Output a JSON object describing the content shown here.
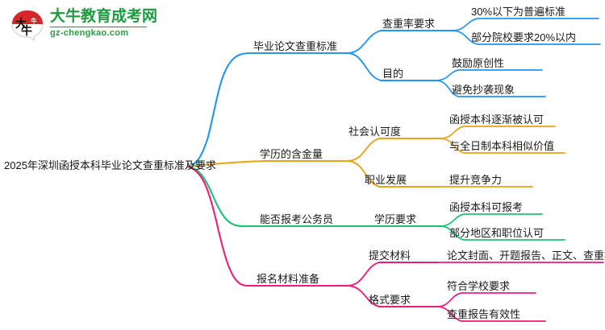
{
  "logo": {
    "name": "大牛教育成考网",
    "domain": "gz-chengkao.com",
    "mark_text": "大牛",
    "seal_text": "牛"
  },
  "colors": {
    "blue": "#2196f3",
    "orange": "#e8a317",
    "green": "#18c474",
    "pink": "#ec1e79",
    "logo_green": "#1d9b3f",
    "text": "#1a1a1a"
  },
  "mindmap": {
    "root": "2025年深圳函授本科毕业论文查重标准及要求",
    "branches": [
      {
        "color_key": "blue",
        "label": "毕业论文查重标准",
        "children": [
          {
            "label": "查重率要求",
            "children": [
              {
                "label": "30%以下为普遍标准"
              },
              {
                "label": "部分院校要求20%以内"
              }
            ]
          },
          {
            "label": "目的",
            "children": [
              {
                "label": "鼓励原创性"
              },
              {
                "label": "避免抄袭现象"
              }
            ]
          }
        ]
      },
      {
        "color_key": "orange",
        "label": "学历的含金量",
        "children": [
          {
            "label": "社会认可度",
            "children": [
              {
                "label": "函授本科逐渐被认可"
              },
              {
                "label": "与全日制本科相似价值"
              }
            ]
          },
          {
            "label": "职业发展",
            "children": [
              {
                "label": "提升竞争力"
              }
            ]
          }
        ]
      },
      {
        "color_key": "green",
        "label": "能否报考公务员",
        "children": [
          {
            "label": "学历要求",
            "children": [
              {
                "label": "函授本科可报考"
              },
              {
                "label": "部分地区和职位认可"
              }
            ]
          }
        ]
      },
      {
        "color_key": "pink",
        "label": "报名材料准备",
        "children": [
          {
            "label": "提交材料",
            "children": [
              {
                "label": "论文封面、开题报告、正文、查重报告"
              }
            ]
          },
          {
            "label": "格式要求",
            "children": [
              {
                "label": "符合学校要求"
              },
              {
                "label": "查重报告有效性"
              }
            ]
          }
        ]
      }
    ]
  }
}
